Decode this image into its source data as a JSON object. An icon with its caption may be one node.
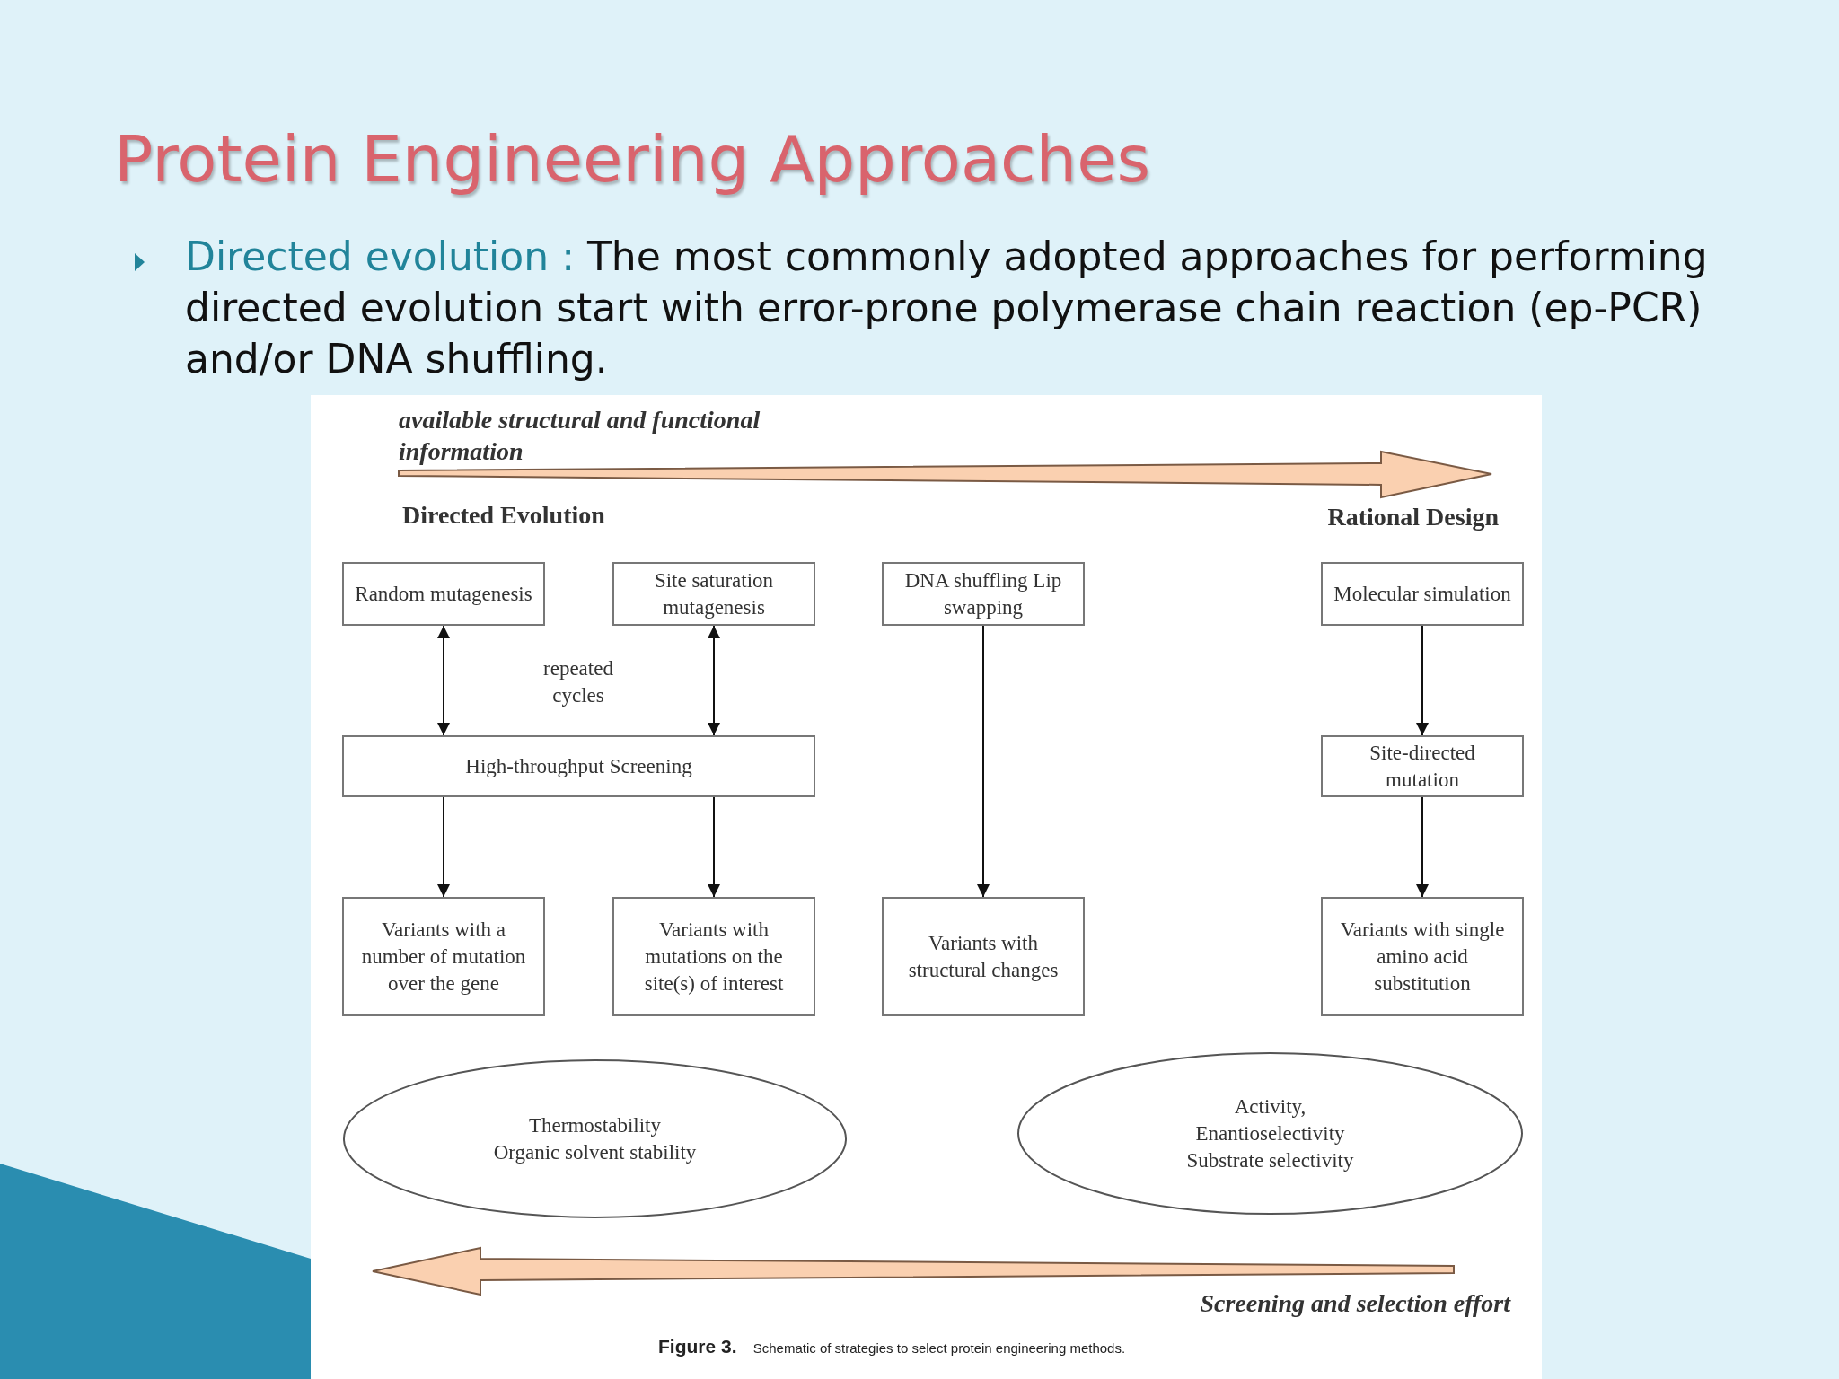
{
  "diagram": {
    "title": "Protein Engineering Approaches",
    "caption": "**Figure 3.** Schematic of strategies to select protein engineering methods.",
    "nodes": [
      {
        "text": [
          "Random mutagenesis"
        ]
      },
      {
        "text": [
          "Site saturation mutagenesis"
        ]
      },
      {
        "text": [
          "DNA shuffling Lip swapping"
        ]
      },
      {
        "text": [
          "Molecular simulation"
        ]
      },
      {
        "text": [
          "High-throughput Screening"
        ]
      },
      {
        "text": [
          "Site-directed mutation"
        ]
      },
      {
        "text": [
          "Variants with a number of mutation over the gene"
        ]
      },
      {
        "text": [
          "Variants with mutations on the site(s) of interest"
        ]
      },
      {
        "text": [
          "Variants with structural changes"
        ]
      },
      {
        "text": [
          "Variants with single amino acid substitution"
        ]
      },
      {
        "text": [
          "Thermostability",
          "Organic solvent stability"
        ]
      },
      {
        "text": [
          "Activity,",
          "Enantioselectivity",
          "Substrate selectivity"
        ]
      }
    ],
    "edges": [
      {
        "from": 0,
        "to": 4,
        "arrow": "both"
      },
      {
        "from": 1,
        "to": 4,
        "arrow": "both"
      },
      {
        "from": 4,
        "to": 6,
        "arrow": "to"
      },
      {
        "from": 4,
        "to": 7,
        "arrow": "to"
      },
      {
        "from": 2,
        "to": 8,
        "arrow": "to"
      },
      {
        "from": 3,
        "to": 5,
        "arrow": "to"
      },
      {
        "from": 5,
        "to": 9,
        "arrow": "to"
      }
    ],
    "labels": [
      "**Directed evolution :** The most commonly adopted approaches for performing directed evolution start with error-prone polymerase chain reaction (ep-PCR) and/or DNA shuffling.",
      "available structural and functional information",
      "Directed Evolution",
      "Rational Design",
      "repeated cycles",
      "Screening and selection effort"
    ]
  }
}
